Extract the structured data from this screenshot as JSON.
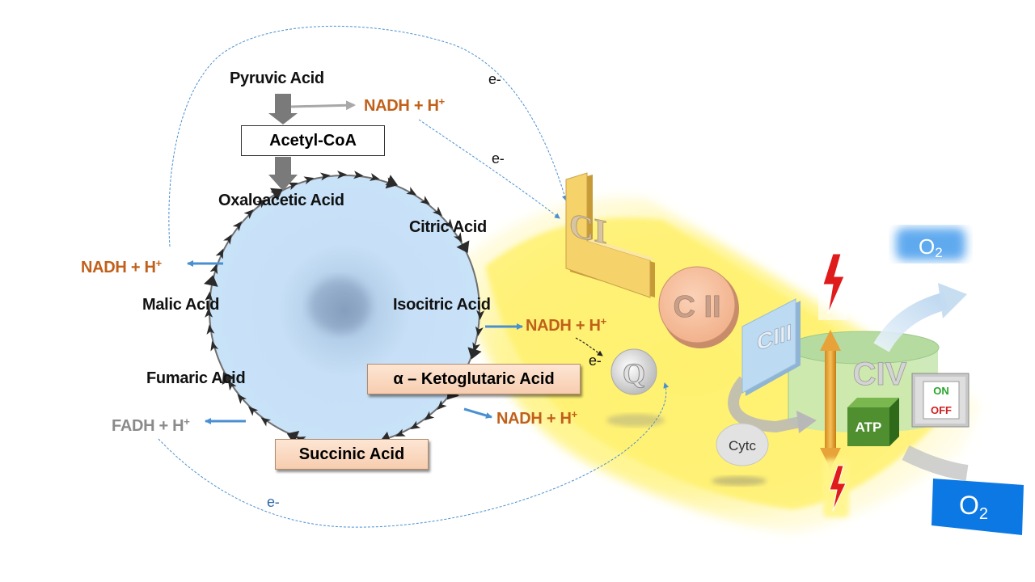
{
  "metabolites": {
    "pyruvic_acid": "Pyruvic Acid",
    "acetyl_coa": "Acetyl-CoA",
    "oxaloacetic_acid": "Oxaloacetic Acid",
    "citric_acid": "Citric Acid",
    "isocitric_acid": "Isocitric Acid",
    "ketoglutaric_acid": "α – Ketoglutaric Acid",
    "succinic_acid": "Succinic Acid",
    "fumaric_acid": "Fumaric Acid",
    "malic_acid": "Malic Acid"
  },
  "cofactors": {
    "nadh_base": "NADH + H",
    "fadh_base": "FADH + H",
    "plus_sign": "+"
  },
  "electron_label": "e-",
  "complexes": {
    "c1": "CI",
    "c2": "C II",
    "c3": "CIII",
    "c4": "CIV",
    "q": "Q",
    "cytc": "Cytc",
    "atp": "ATP"
  },
  "switch": {
    "on": "ON",
    "off": "OFF"
  },
  "oxygen": {
    "o": "O",
    "sub": "2"
  },
  "colors": {
    "nadh": "#c0601a",
    "fadh": "#8a8a8a",
    "electron_path": "#2e6aa6",
    "cycle_fill": "#c7e0f7",
    "membrane": "#fff27a",
    "complex_yellow": "#f6d36a",
    "complex_peach": "#f3b48e",
    "complex_blue": "#bcdaf2",
    "complex_green": "#c9e8b4",
    "atp_green": "#4f8f2f",
    "oxygen_blue": "#0b78e3"
  }
}
